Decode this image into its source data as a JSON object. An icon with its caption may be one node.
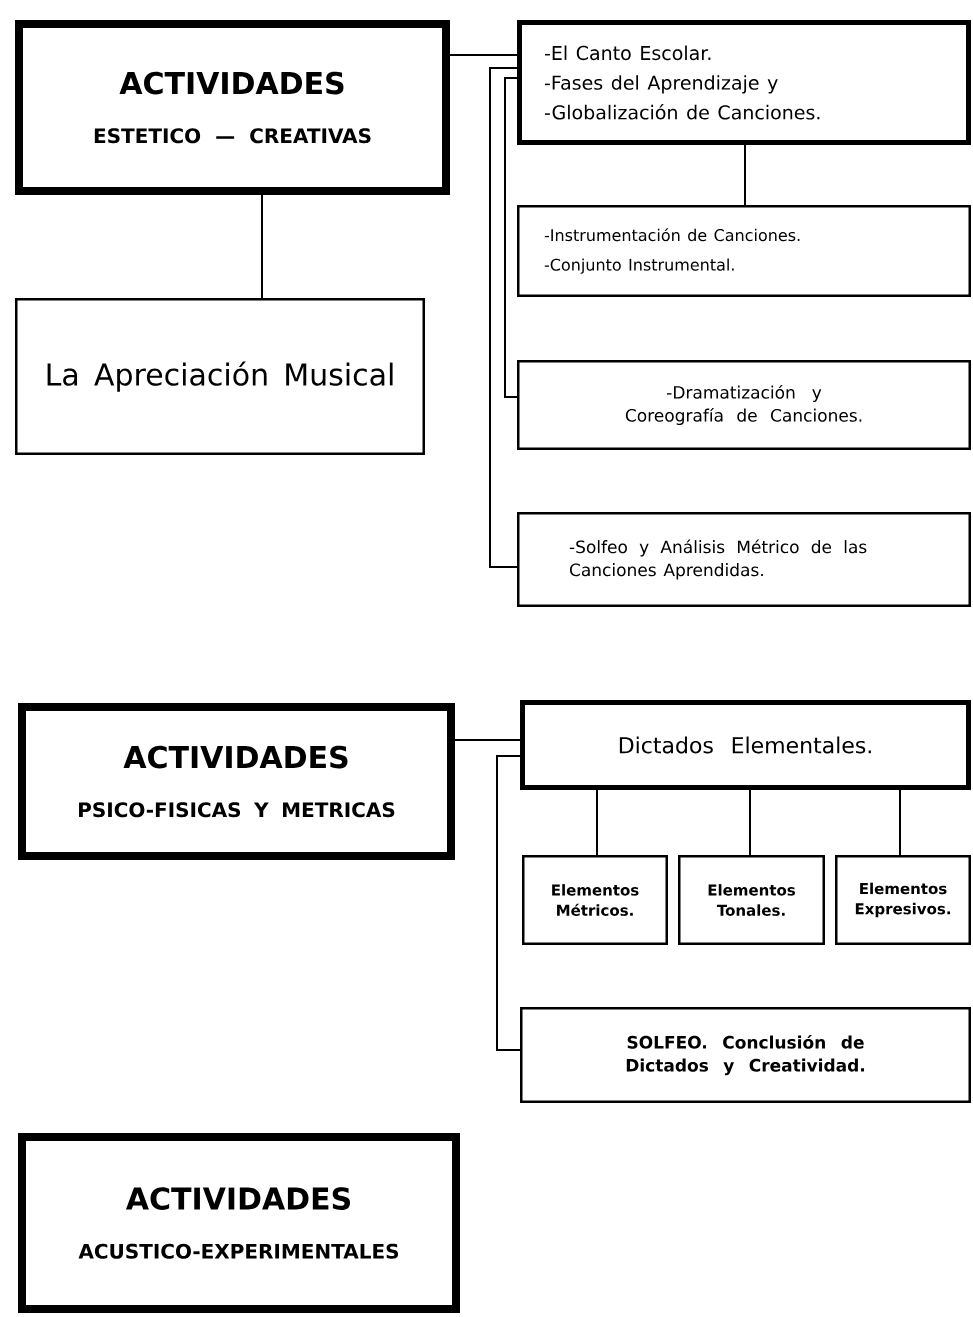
{
  "diagram": {
    "nodes": [
      {
        "text": [
          "ACTIVIDADES",
          "ESTETICO — CREATIVAS"
        ]
      },
      {
        "text": [
          "La Apreciación Musical"
        ]
      },
      {
        "text": [
          "-El Canto Escolar.",
          "-Fases del Aprendizaje y",
          "-Globalización de Canciones."
        ]
      },
      {
        "text": [
          "-Instrumentación de Canciones.",
          "-Conjunto Instrumental."
        ]
      },
      {
        "text": [
          "-Dramatización y Coreografía de Canciones."
        ]
      },
      {
        "text": [
          "-Solfeo y Análisis Métrico de las Canciones Aprendidas."
        ]
      },
      {
        "text": [
          "ACTIVIDADES",
          "PSICO-FISICAS Y METRICAS"
        ]
      },
      {
        "text": [
          "Dictados Elementales."
        ]
      },
      {
        "text": [
          "Elementos Métricos."
        ]
      },
      {
        "text": [
          "Elementos Tonales."
        ]
      },
      {
        "text": [
          "Elementos Expresivos."
        ]
      },
      {
        "text": [
          "SOLFEO. Conclusión de Dictados y Creatividad."
        ]
      },
      {
        "text": [
          "ACTIVIDADES",
          "ACUSTICO-EXPERIMENTALES"
        ]
      }
    ],
    "edges": [
      {
        "from": 0,
        "to": 1,
        "arrow": "none"
      },
      {
        "from": 0,
        "to": 2,
        "arrow": "none"
      },
      {
        "from": 2,
        "to": 3,
        "arrow": "none"
      },
      {
        "from": 2,
        "to": 4,
        "arrow": "none"
      },
      {
        "from": 2,
        "to": 5,
        "arrow": "none"
      },
      {
        "from": 6,
        "to": 7,
        "arrow": "none"
      },
      {
        "from": 7,
        "to": 8,
        "arrow": "none"
      },
      {
        "from": 7,
        "to": 9,
        "arrow": "none"
      },
      {
        "from": 7,
        "to": 10,
        "arrow": "none"
      },
      {
        "from": 7,
        "to": 11,
        "arrow": "none"
      }
    ]
  }
}
